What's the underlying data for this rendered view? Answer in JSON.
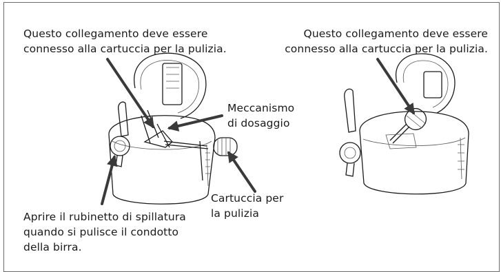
{
  "labels": {
    "left_top_line1": "Questo collegamento deve essere",
    "left_top_line2": "connesso alla cartuccia per la pulizia.",
    "right_top_line1": "Questo collegamento deve essere",
    "right_top_line2": "connesso alla cartuccia per la pulizia.",
    "mechanism_line1": "Meccanismo",
    "mechanism_line2": "di dosaggio",
    "cartridge_line1": "Cartuccia per",
    "cartridge_line2": "la pulizia",
    "tap_line1": "Aprire il rubinetto di spillatura",
    "tap_line2": "quando si pulisce il condotto",
    "tap_line3": "della birra."
  },
  "colors": {
    "arrow": "#3a3a3a",
    "line_art": "#1a1a1a",
    "frame": "#6a6a6a"
  }
}
